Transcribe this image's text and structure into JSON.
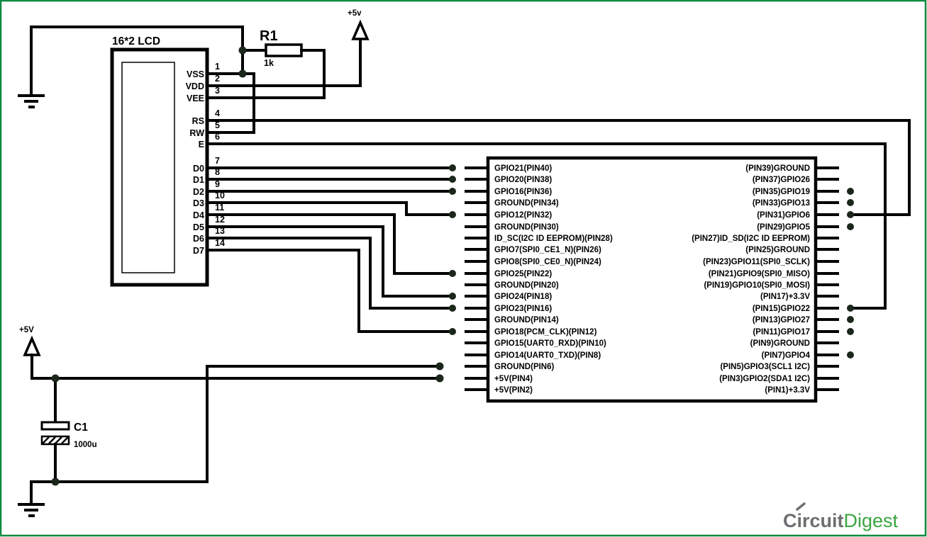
{
  "colors": {
    "border": "#0e8a40",
    "wire": "#000000",
    "junction_dot": "#1c271c",
    "logo_gray": "#6d6e71",
    "logo_green": "#3aa540"
  },
  "lcd": {
    "title": "16*2 LCD",
    "pins": [
      {
        "num": "1",
        "name": "VSS"
      },
      {
        "num": "2",
        "name": "VDD"
      },
      {
        "num": "3",
        "name": "VEE"
      },
      {
        "num": "4",
        "name": "RS"
      },
      {
        "num": "5",
        "name": "RW"
      },
      {
        "num": "6",
        "name": "E"
      },
      {
        "num": "7",
        "name": "D0"
      },
      {
        "num": "8",
        "name": "D1"
      },
      {
        "num": "9",
        "name": "D2"
      },
      {
        "num": "10",
        "name": "D3"
      },
      {
        "num": "11",
        "name": "D4"
      },
      {
        "num": "12",
        "name": "D5"
      },
      {
        "num": "13",
        "name": "D6"
      },
      {
        "num": "14",
        "name": "D7"
      }
    ]
  },
  "resistor": {
    "label": "R1",
    "value": "1k"
  },
  "capacitor": {
    "label": "C1",
    "value": "1000u"
  },
  "power": {
    "top_flag": "+5v",
    "bottom_flag": "+5V"
  },
  "raspberry_pi": {
    "left_pins": [
      "GPIO21(PIN40)",
      "GPIO20(PIN38)",
      "GPIO16(PIN36)",
      "GROUND(PIN34)",
      "GPIO12(PIN32)",
      "GROUND(PIN30)",
      "ID_SC(I2C ID EEPROM)(PIN28)",
      "GPIO7(SPI0_CE1_N)(PIN26)",
      "GPIO8(SPI0_CE0_N)(PIN24)",
      "GPIO25(PIN22)",
      "GROUND(PIN20)",
      "GPIO24(PIN18)",
      "GPIO23(PIN16)",
      "GROUND(PIN14)",
      "GPIO18(PCM_CLK)(PIN12)",
      "GPIO15(UART0_RXD)(PIN10)",
      "GPIO14(UART0_TXD)(PIN8)",
      "GROUND(PIN6)",
      "+5V(PIN4)",
      "+5V(PIN2)"
    ],
    "right_pins": [
      "(PIN39)GROUND",
      "(PIN37)GPIO26",
      "(PIN35)GPIO19",
      "(PIN33)GPIO13",
      "(PIN31)GPIO6",
      "(PIN29)GPIO5",
      "(PIN27)ID_SD(I2C ID EEPROM)",
      "(PIN25)GROUND",
      "(PIN23)GPIO11(SPI0_SCLK)",
      "(PIN21)GPIO9(SPI0_MISO)",
      "(PIN19)GPIO10(SPI0_MOSI)",
      "(PIN17)+3.3V",
      "(PIN15)GPIO22",
      "(PIN13)GPIO27",
      "(PIN11)GPIO17",
      "(PIN9)GROUND",
      "(PIN7)GPIO4",
      "(PIN5)GPIO3(SCL1 I2C)",
      "(PIN3)GPIO2(SDA1 I2C)",
      "(PIN1)+3.3V"
    ]
  },
  "logo": {
    "part1": "Circuit",
    "part2": "Digest"
  }
}
